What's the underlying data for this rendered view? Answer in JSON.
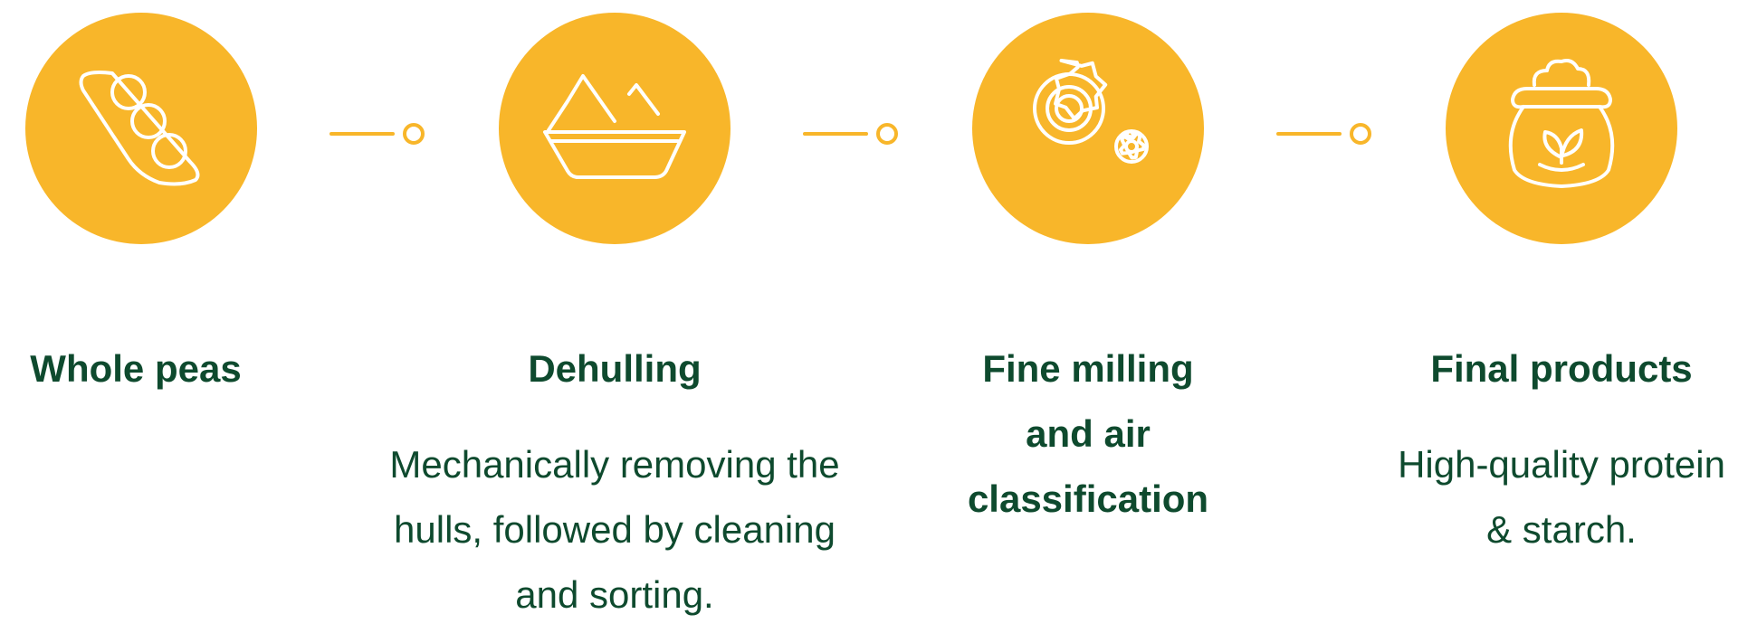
{
  "colors": {
    "accent": "#F8B62A",
    "text": "#0E4A2E",
    "icon_stroke": "#FFFFFF"
  },
  "steps": [
    {
      "icon": "pea-pod-icon",
      "title": "Whole peas",
      "description": ""
    },
    {
      "icon": "bowl-icon",
      "title": "Dehulling",
      "description": "Mechanically removing the hulls, followed by cleaning and sorting."
    },
    {
      "icon": "gears-icon",
      "title": "Fine milling and air classification",
      "description": ""
    },
    {
      "icon": "sack-icon",
      "title": "Final products",
      "description": "High-quality protein & starch."
    }
  ]
}
